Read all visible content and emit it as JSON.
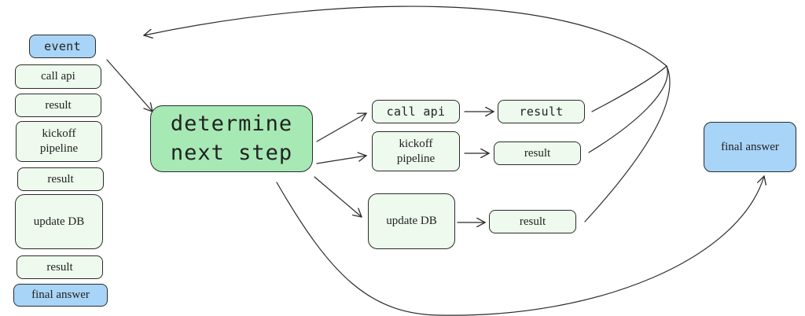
{
  "sidebar": {
    "items": [
      {
        "label": "event"
      },
      {
        "label": "call api"
      },
      {
        "label": "result"
      },
      {
        "label": "kickoff\npipeline"
      },
      {
        "label": "result"
      },
      {
        "label": "update DB"
      },
      {
        "label": "result"
      },
      {
        "label": "final answer"
      }
    ]
  },
  "main": {
    "decision": {
      "label": "determine\nnext step"
    },
    "branches": [
      {
        "action": "call api",
        "result": "result"
      },
      {
        "action": "kickoff\npipeline",
        "result": "result"
      },
      {
        "action": "update DB",
        "result": "result"
      }
    ],
    "final": {
      "label": "final answer"
    }
  },
  "colors": {
    "node_fill": "#eefaee",
    "decision_fill": "#a7e9b4",
    "terminal_fill": "#a8d4f7",
    "stroke": "#2b2b2b"
  }
}
